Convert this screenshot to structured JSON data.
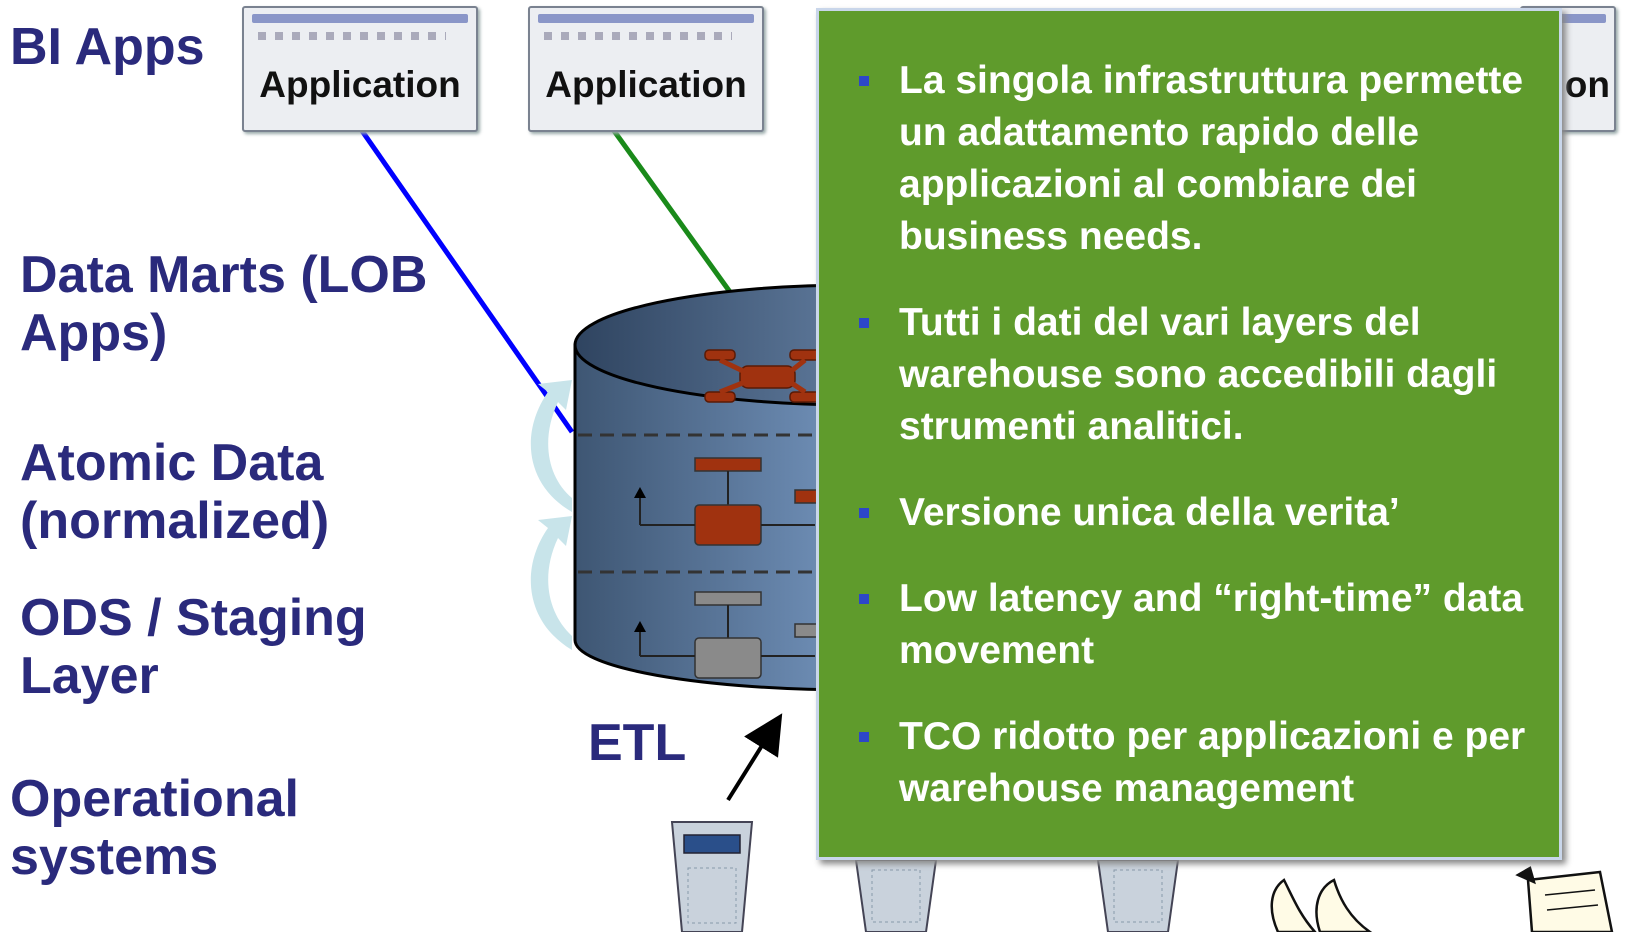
{
  "labels": {
    "bi_apps": "BI Apps",
    "data_marts_1": "Data Marts (LOB",
    "data_marts_2": "Apps)",
    "atomic_1": "Atomic Data",
    "atomic_2": "(normalized)",
    "ods_1": "ODS / Staging",
    "ods_2": "Layer",
    "operational_1": "Operational",
    "operational_2": "systems",
    "etl": "ETL"
  },
  "applications": [
    {
      "label": "Application"
    },
    {
      "label": "Application"
    },
    {
      "label": "on"
    }
  ],
  "bullets": [
    "La singola infrastruttura permette un adattamento rapido delle applicazioni al combiare dei business needs.",
    "Tutti i dati del vari layers del warehouse sono accedibili dagli strumenti analitici.",
    "Versione unica della verita’",
    "Low latency and “right-time” data movement",
    "TCO  ridotto per applicazioni e per  warehouse management"
  ],
  "colors": {
    "label_text": "#2a2a7c",
    "panel_bg": "#5f9b2c",
    "bullet_marker": "#2d47c8",
    "connector_blue": "#0000ff",
    "connector_green": "#1a8a1a",
    "data_mart_entity": "#a0320f",
    "staging_entity": "#8a8a8a"
  },
  "icons": [
    "application-window-icon",
    "database-cylinder-icon",
    "server-icon",
    "arrow-icon",
    "document-icon"
  ]
}
